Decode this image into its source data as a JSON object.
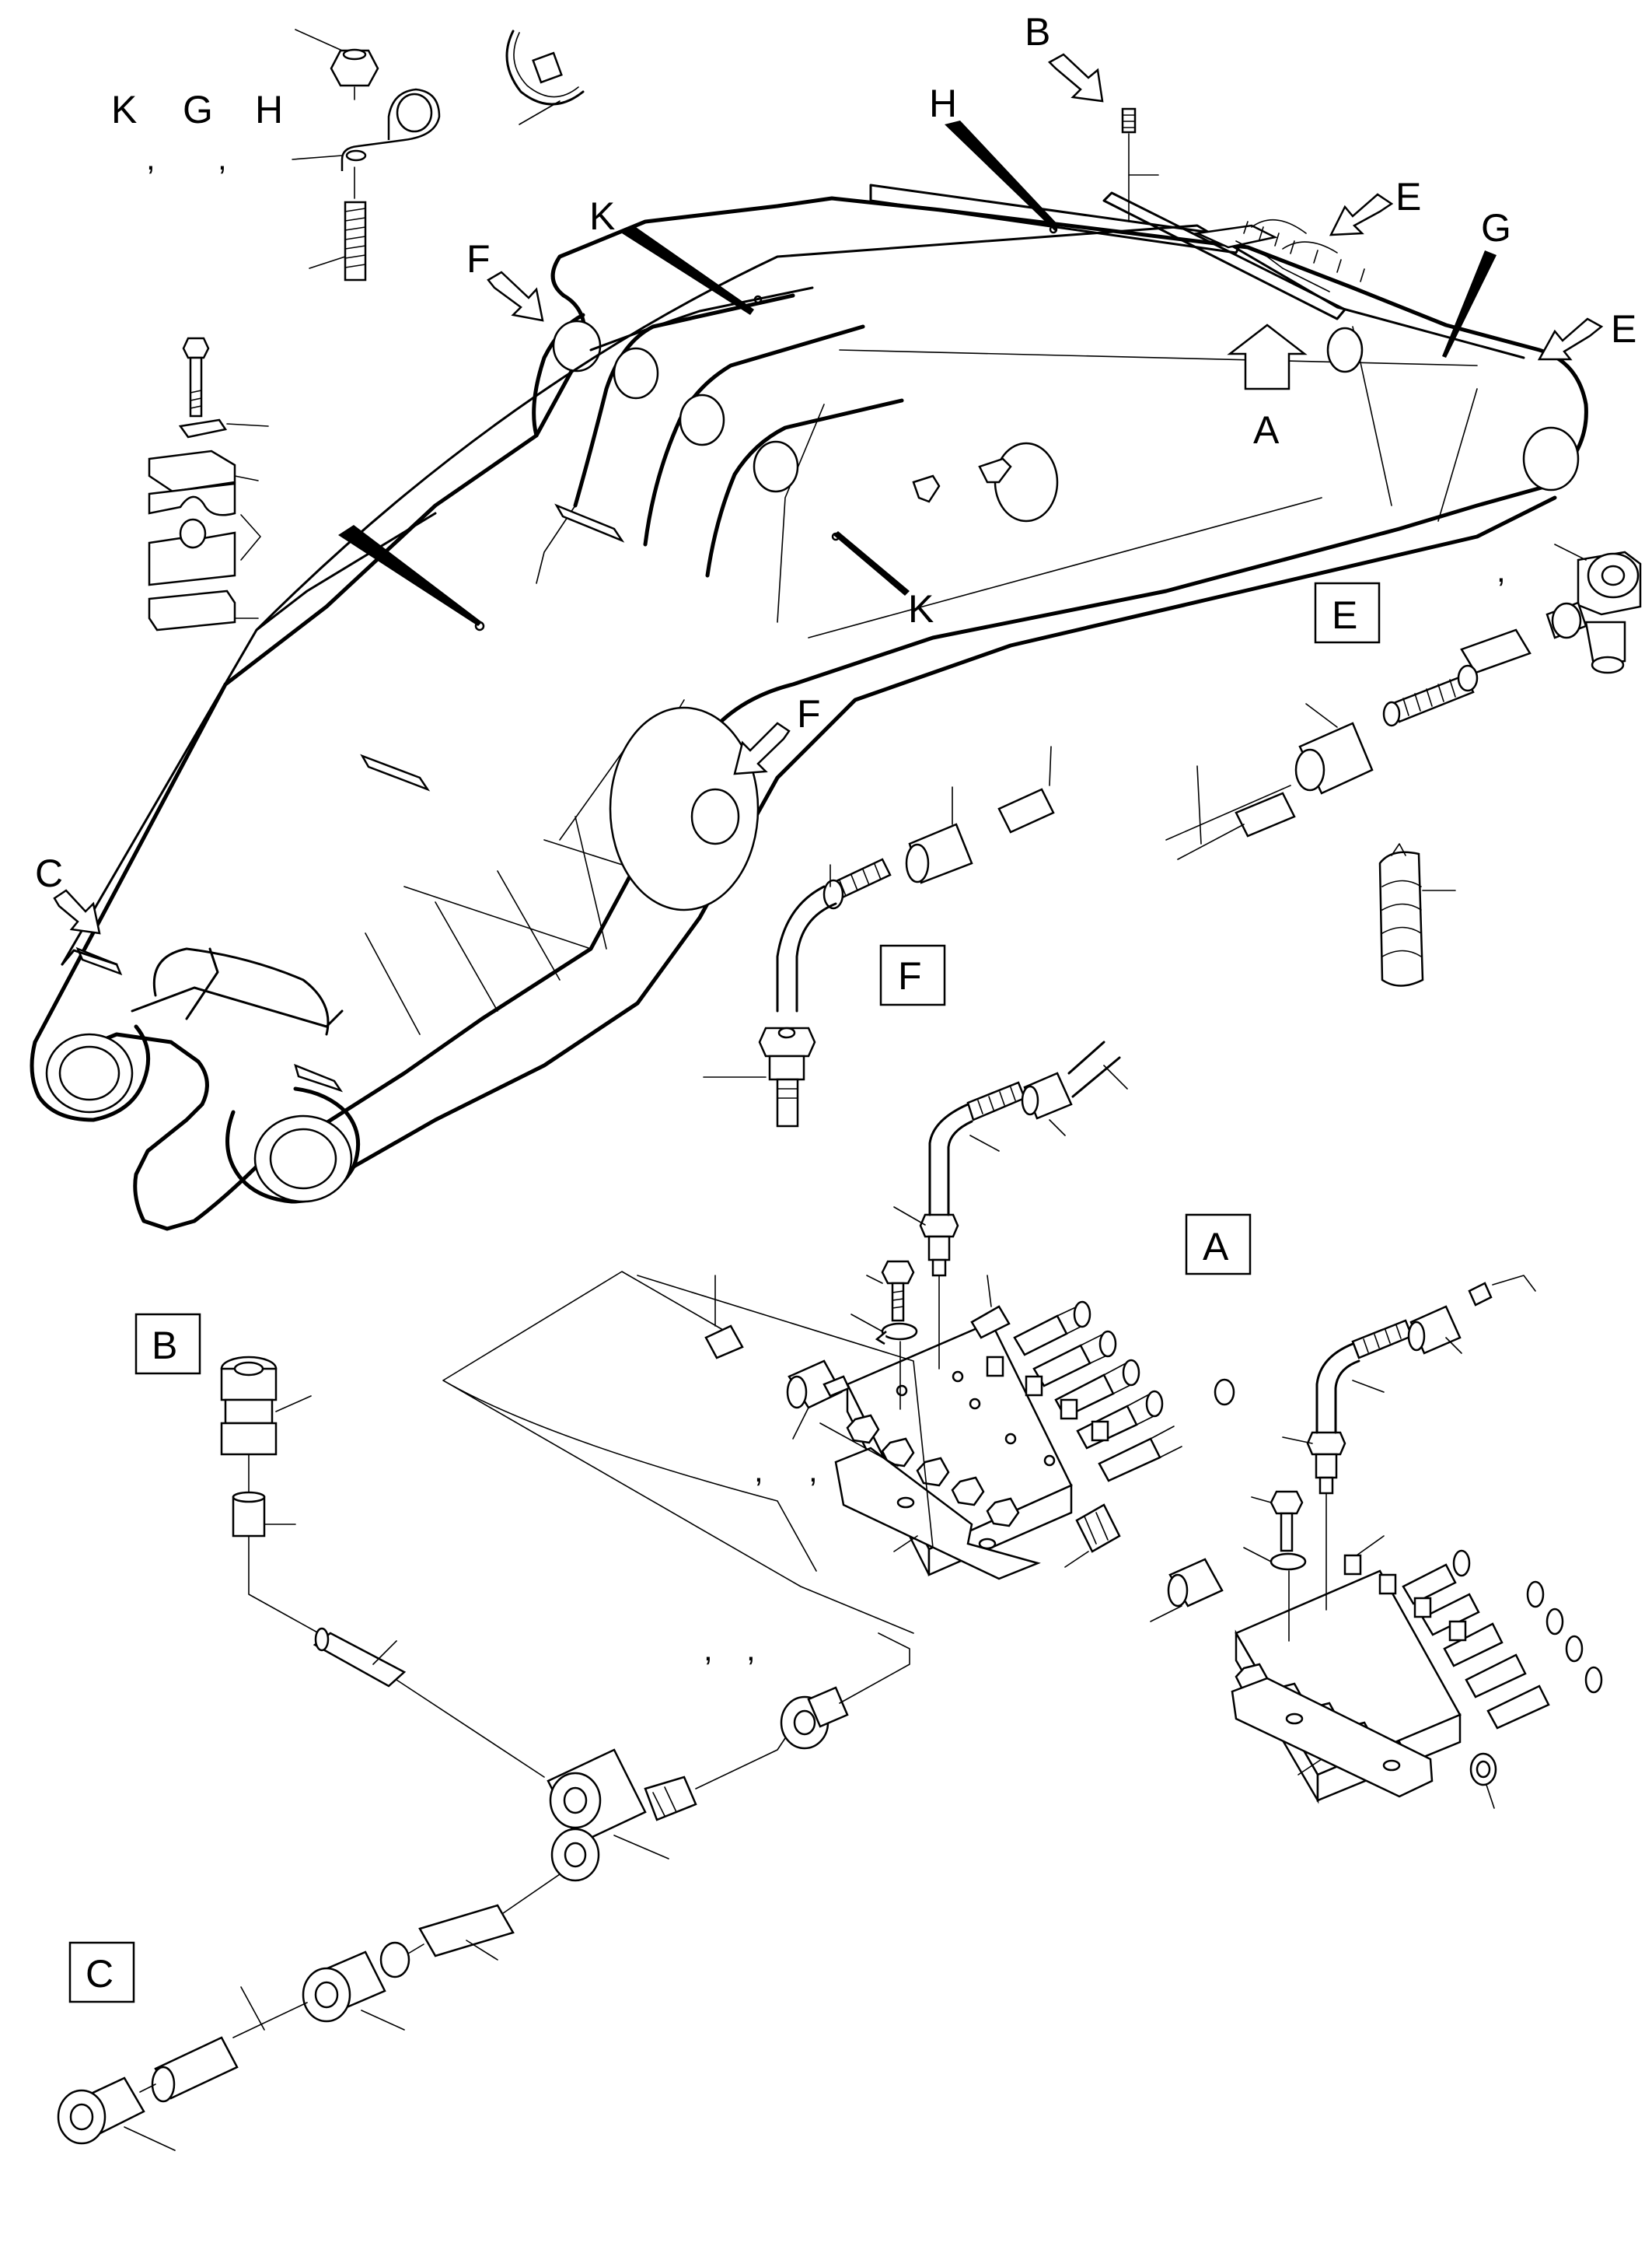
{
  "labels": {
    "k_top": "K",
    "g_top": "G",
    "h_top": "H",
    "comma_1": ",",
    "comma_2": ",",
    "b_arrow": "B",
    "h_wedge": "H",
    "e_upper": "E",
    "g_wedge": "G",
    "e_right": "E",
    "k_wedge_upper": "K",
    "f_upper": "F",
    "a_arrow": "A",
    "k_wedge_lower": "K",
    "f_lower": "F",
    "c_arrow": "C",
    "comma_e": ",",
    "comma_mid_1": ",",
    "comma_mid_2": ",",
    "comma_low_1": ",",
    "comma_low_2": ","
  },
  "detail_boxes": {
    "e": "E",
    "f": "F",
    "a": "A",
    "b": "B",
    "c": "C"
  }
}
